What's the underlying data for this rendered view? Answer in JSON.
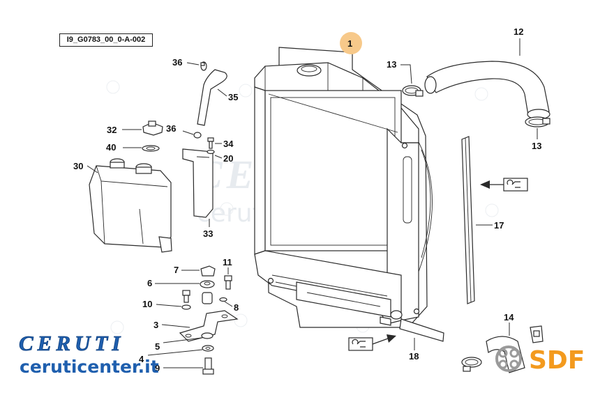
{
  "diagram_code": "I9_G0783_00_0-A-002",
  "parts": {
    "p1": "1",
    "p3": "3",
    "p4": "4",
    "p5": "5",
    "p6": "6",
    "p7": "7",
    "p8": "8",
    "p9": "9",
    "p10": "10",
    "p11": "11",
    "p12": "12",
    "p13a": "13",
    "p13b": "13",
    "p14": "14",
    "p17": "17",
    "p18": "18",
    "p20": "20",
    "p30": "30",
    "p32": "32",
    "p33": "33",
    "p34": "34",
    "p35": "35",
    "p36a": "36",
    "p36b": "36",
    "p40": "40"
  },
  "watermark": {
    "big_text": "CERUTI",
    "url_text": "ceruticenter.it",
    "sdf_small": "SDF"
  },
  "brand": {
    "ceruti_text": "CERUTI",
    "ceruticenter_text": "ceruticenter.it",
    "sdf_text": "SDF"
  },
  "colors": {
    "line": "#2a2a2a",
    "callout_highlight": "#f7c98a",
    "brand_blue": "#1f5fae",
    "sdf_orange": "#f39a1e",
    "sdf_grey": "#9a9a9a",
    "watermark": "#d5dbe2"
  }
}
